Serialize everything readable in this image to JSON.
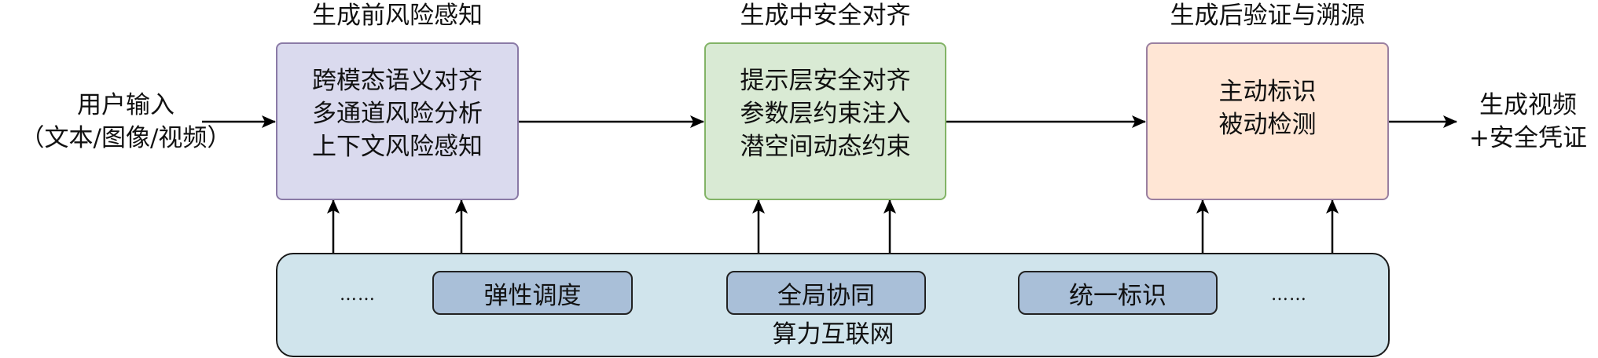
{
  "input": {
    "line1": "用户输入",
    "line2": "（文本/图像/视频）"
  },
  "stages": [
    {
      "title": "生成前风险感知",
      "lines": [
        "跨模态语义对齐",
        "多通道风险分析",
        "上下文风险感知"
      ],
      "fill": "#dadaee",
      "border": "#8a7aa6"
    },
    {
      "title": "生成中安全对齐",
      "lines": [
        "提示层安全对齐",
        "参数层约束注入",
        "潜空间动态约束"
      ],
      "fill": "#d9ead4",
      "border": "#82b366"
    },
    {
      "title": "生成后验证与溯源",
      "lines": [
        "主动标识",
        "被动检测"
      ],
      "fill": "#ffe6d5",
      "border": "#9a7fa0"
    }
  ],
  "output": {
    "line1": "生成视频",
    "line2": "+安全凭证"
  },
  "network": {
    "label": "算力互联网",
    "ellipsis_left": "……",
    "ellipsis_right": "……",
    "modules": [
      "弹性调度",
      "全局协同",
      "统一标识"
    ],
    "fill": "#d0e4ec",
    "module_fill": "#a9bfd8"
  }
}
